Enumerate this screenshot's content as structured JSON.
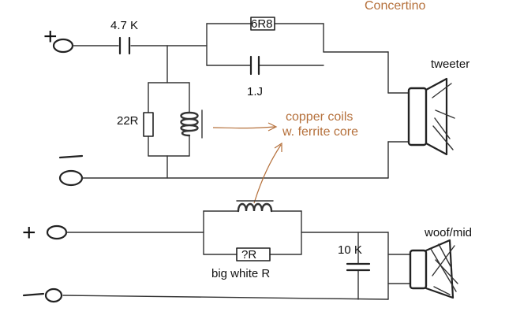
{
  "labels": {
    "title": "Concertino",
    "plus_top": "+",
    "cap_series": "4.7 K",
    "res_parallel": "6R8",
    "cap_parallel": "1.J",
    "res_shunt": "22R",
    "tweeter": "tweeter",
    "note_line1": "copper coils",
    "note_line2": "w. ferrite core",
    "plus_bottom": "+",
    "res_unknown": "?R",
    "res_unknown_desc": "big white R",
    "cap_woofer": "10 K",
    "woofer": "woof/mid"
  },
  "colors": {
    "ink": "#222222",
    "wire": "#333333",
    "annotation": "#b5703b",
    "title": "#b5703b"
  }
}
